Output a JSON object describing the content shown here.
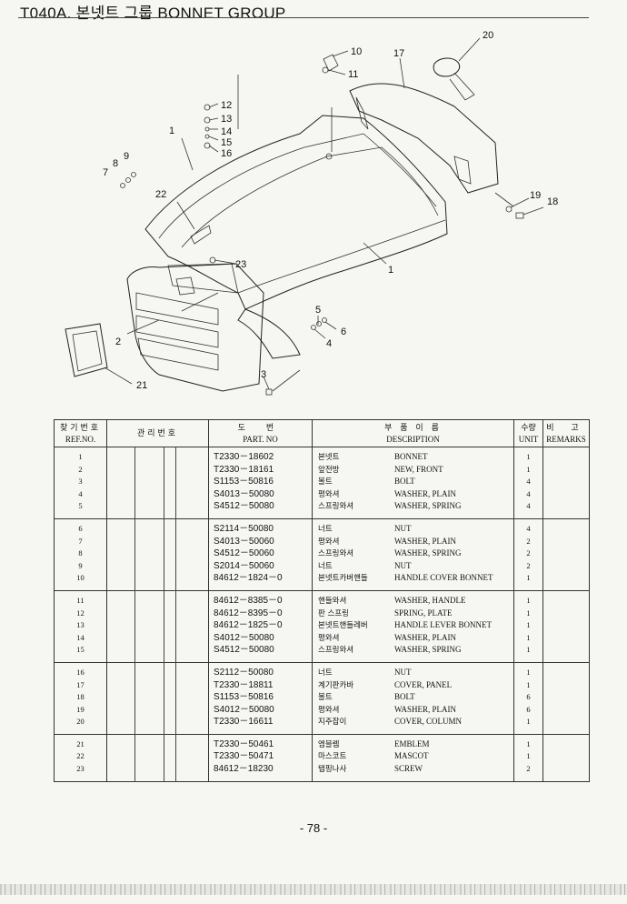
{
  "title": "T040A. 본넷트 그룹 BONNET GROUP",
  "page_number": "- 78 -",
  "diagram_callouts": [
    "1",
    "1",
    "2",
    "3",
    "4",
    "5",
    "6",
    "7",
    "8",
    "9",
    "10",
    "11",
    "12",
    "13",
    "14",
    "15",
    "16",
    "17",
    "18",
    "19",
    "20",
    "21",
    "22",
    "23"
  ],
  "table": {
    "headers": {
      "ref_ko": "찾기번호",
      "ref_en": "REF.NO.",
      "mgmt_ko": "관리번호",
      "part_ko": "도 번",
      "part_en": "PART. NO",
      "desc_ko": "부 품 이 름",
      "desc_en": "DESCRIPTION",
      "unit_ko": "수량",
      "unit_en": "UNIT",
      "remarks_ko": "비 고",
      "remarks_en": "REMARKS"
    },
    "groups": [
      [
        {
          "ref": "1",
          "part": "T2330－18602",
          "desc_ko": "본넷트",
          "desc_en": "BONNET",
          "unit": "1"
        },
        {
          "ref": "2",
          "part": "T2330－18161",
          "desc_ko": "앞전방",
          "desc_en": "NEW, FRONT",
          "unit": "1"
        },
        {
          "ref": "3",
          "part": "S1153－50816",
          "desc_ko": "볼트",
          "desc_en": "BOLT",
          "unit": "4"
        },
        {
          "ref": "4",
          "part": "S4013－50080",
          "desc_ko": "평와셔",
          "desc_en": "WASHER, PLAIN",
          "unit": "4"
        },
        {
          "ref": "5",
          "part": "S4512－50080",
          "desc_ko": "스프링와셔",
          "desc_en": "WASHER, SPRING",
          "unit": "4"
        }
      ],
      [
        {
          "ref": "6",
          "part": "S2114－50080",
          "desc_ko": "너트",
          "desc_en": "NUT",
          "unit": "4"
        },
        {
          "ref": "7",
          "part": "S4013－50060",
          "desc_ko": "평와셔",
          "desc_en": "WASHER, PLAIN",
          "unit": "2"
        },
        {
          "ref": "8",
          "part": "S4512－50060",
          "desc_ko": "스프링와셔",
          "desc_en": "WASHER, SPRING",
          "unit": "2"
        },
        {
          "ref": "9",
          "part": "S2014－50060",
          "desc_ko": "너트",
          "desc_en": "NUT",
          "unit": "2"
        },
        {
          "ref": "10",
          "part": "84612－1824－0",
          "desc_ko": "본넷트카버핸들",
          "desc_en": "HANDLE COVER BONNET",
          "unit": "1"
        }
      ],
      [
        {
          "ref": "11",
          "part": "84612－8385－0",
          "desc_ko": "핸들와셔",
          "desc_en": "WASHER, HANDLE",
          "unit": "1"
        },
        {
          "ref": "12",
          "part": "84612－8395－0",
          "desc_ko": "판 스프링",
          "desc_en": "SPRING, PLATE",
          "unit": "1"
        },
        {
          "ref": "13",
          "part": "84612－1825－0",
          "desc_ko": "본넷트핸들레버",
          "desc_en": "HANDLE LEVER BONNET",
          "unit": "1"
        },
        {
          "ref": "14",
          "part": "S4012－50080",
          "desc_ko": "평와셔",
          "desc_en": "WASHER, PLAIN",
          "unit": "1"
        },
        {
          "ref": "15",
          "part": "S4512－50080",
          "desc_ko": "스프링와셔",
          "desc_en": "WASHER, SPRING",
          "unit": "1"
        }
      ],
      [
        {
          "ref": "16",
          "part": "S2112－50080",
          "desc_ko": "너트",
          "desc_en": "NUT",
          "unit": "1"
        },
        {
          "ref": "17",
          "part": "T2330－18811",
          "desc_ko": "계기판카바",
          "desc_en": "COVER, PANEL",
          "unit": "1"
        },
        {
          "ref": "18",
          "part": "S1153－50816",
          "desc_ko": "볼트",
          "desc_en": "BOLT",
          "unit": "6"
        },
        {
          "ref": "19",
          "part": "S4012－50080",
          "desc_ko": "평와셔",
          "desc_en": "WASHER, PLAIN",
          "unit": "6"
        },
        {
          "ref": "20",
          "part": "T2330－16611",
          "desc_ko": "지주잡이",
          "desc_en": "COVER, COLUMN",
          "unit": "1"
        }
      ],
      [
        {
          "ref": "21",
          "part": "T2330－50461",
          "desc_ko": "엠블렘",
          "desc_en": "EMBLEM",
          "unit": "1"
        },
        {
          "ref": "22",
          "part": "T2330－50471",
          "desc_ko": "마스코트",
          "desc_en": "MASCOT",
          "unit": "1"
        },
        {
          "ref": "23",
          "part": "84612－18230",
          "desc_ko": "탭핑나사",
          "desc_en": "SCREW",
          "unit": "2"
        }
      ]
    ]
  }
}
